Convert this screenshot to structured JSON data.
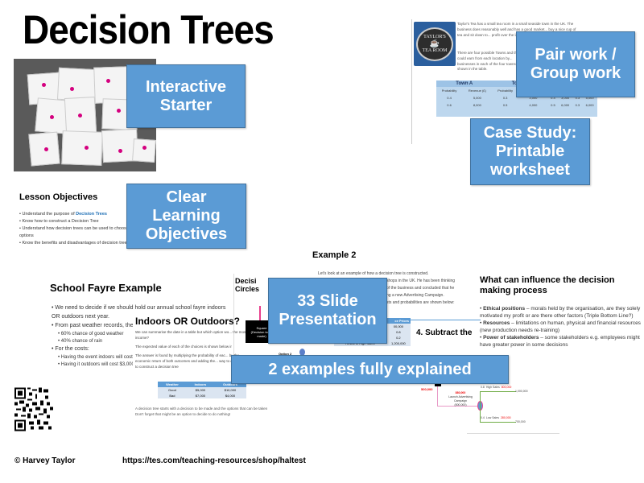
{
  "page_title": "Decision Trees",
  "callouts": {
    "interactive_starter": [
      "Interactive",
      "Starter"
    ],
    "pair_work": [
      "Pair work /",
      "Group work"
    ],
    "case_study": [
      "Case Study:",
      "Printable",
      "worksheet"
    ],
    "learning_objectives": [
      "Clear",
      "Learning",
      "Objectives"
    ],
    "slide_presentation": [
      "33 Slide",
      "Presentation"
    ],
    "examples": "2 examples fully explained"
  },
  "colors": {
    "callout_fill": "#5b9bd5",
    "callout_border": "#41719c",
    "accent_pink": "#d4007f",
    "link_blue": "#1f6fb5"
  },
  "case_study_slide": {
    "logo_text": [
      "TAYLOR'S",
      "TEA ROOM"
    ],
    "paragraph_1": "Taylor's Tea has a small tea room in a small seaside town in the UK. The business does reasonably well and has a good market... buy a nice cup of tea and sit down to... profit over the last five years with the...",
    "paragraph_2": "There are four possible Towns and the... they could earn from each location by... businesses in each of the four towns... shown in the table.",
    "table": {
      "groups": [
        "Town A",
        "Town B"
      ],
      "headers": [
        "Probability",
        "Revenue (£)",
        "Probability",
        "Revenue (£)",
        "",
        "",
        "",
        ""
      ],
      "rows": [
        [
          "0.4",
          "5,000",
          "0.3",
          "3,000",
          "0.4",
          "3,000",
          "0.3",
          "5,000"
        ],
        [
          "0.6",
          "8,000",
          "0.5",
          "4,000",
          "0.5",
          "6,000",
          "0.3",
          "6,000"
        ]
      ]
    }
  },
  "lesson_objectives": {
    "title": "Lesson Objectives",
    "items": [
      {
        "prefix": "Understand the purpose of ",
        "highlight": "Decision Trees"
      },
      {
        "prefix": "Know how to construct a Decision Tree",
        "highlight": ""
      },
      {
        "prefix": "Understand how decision trees can be used to choose between options",
        "highlight": ""
      },
      {
        "prefix": "Know the benefits and disadvantages of decision trees",
        "highlight": ""
      }
    ]
  },
  "school_fayre": {
    "title": "School Fayre Example",
    "bullets": [
      "We need to decide if we should hold our annual school fayre indoors OR outdoors next year.",
      "From past weather records, there is",
      "For the costs:"
    ],
    "weather_sub": [
      "60% chance of good weather",
      "40% chance of rain"
    ],
    "cost_sub": [
      "Having the event indoors will cost $2,",
      "Having it outdoors will cost $3,000"
    ]
  },
  "indoors_outdoors": {
    "title": "Indoors OR Outdoors?",
    "lines": [
      "We can summarise the date in a table but which option wo... the most income?",
      "The expected value of each of the choices is shown below ir",
      "The answer is found by multiplying the probability of eac... by the economic return of both outcomes and adding the... way to do this is to construct a decision tree"
    ],
    "table": {
      "headers": [
        "Weather",
        "Indoors",
        "Outdoors"
      ],
      "rows": [
        [
          "Good",
          "$5,000",
          "$10,000"
        ],
        [
          "Bad",
          "$7,000",
          "$4,000"
        ]
      ]
    },
    "footer_lines": [
      "A decision tree starts with a decision to be made and the options that can be taken",
      "Don't forget that might be an option to decide to do nothing!"
    ]
  },
  "decision_circles": {
    "title": [
      "Decisi",
      "Circles"
    ],
    "square_label": [
      "Square",
      "(Decision to be",
      "made)"
    ],
    "option_label": "Option 2"
  },
  "example2": {
    "title": "Example 2",
    "lines": [
      "Let's look at an example of how a decision tree is constructed.",
      "shops in the UK. He has been thinking",
      "of the business and concluded that he",
      "ng a new Advertising Campaign.",
      "sts and probabilities are shown below:"
    ],
    "table": {
      "header": "ce Prices",
      "rows": [
        [
          "",
          "00,000"
        ],
        [
          "",
          "0.8"
        ],
        [
          "Probability of Low Sales",
          "0.2"
        ],
        [
          "Result of High Sales",
          "1,200,000"
        ]
      ]
    }
  },
  "subtract_slide": {
    "title": "4. Subtract the",
    "tree": {
      "cost_left": "500,000",
      "launch_value": "880,000",
      "launch_label": "Launch Advertising Campaign",
      "launch_cost": "(500,000)",
      "high": {
        "prob": "0.8",
        "label": "High Sales",
        "ev": "800,000",
        "result": "1,000,000"
      },
      "low": {
        "prob": "0.4",
        "label": "Low Sales",
        "ev": "280,000",
        "result": "700,000"
      }
    }
  },
  "influence": {
    "title": "What can influence the decision making process",
    "items": [
      {
        "term": "Ethical positions",
        "text": " – morals held by the organisation, are they solely motivated my profit or are there other factors (Triple Bottom Line?)"
      },
      {
        "term": "Resources",
        "text": " – limitations on human, physical and financial resources (new production needs re-training)"
      },
      {
        "term": "Power of stakeholders",
        "text": " – some stakeholders e.g. employees might have greater power in some decisions"
      }
    ]
  },
  "footer": {
    "copyright": "© Harvey Taylor",
    "url": "https://tes.com/teaching-resources/shop/haltest"
  }
}
